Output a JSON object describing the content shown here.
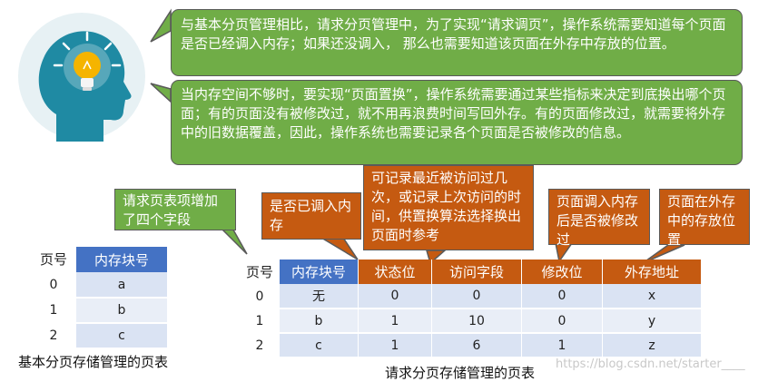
{
  "callouts": {
    "top1": "与基本分页管理相比，请求分页管理中，为了实现“请求调页”，操作系统需要知道每个页面是否已经调入内存；如果还没调入， 那么也需要知道该页面在外存中存放的位置。",
    "top2": "当内存空间不够时，要实现“页面置换”，操作系统需要通过某些指标来决定到底换出哪个页面；有的页面没有被修改过，就不用再浪费时间写回外存。有的页面修改过，就需要将外存中的旧数据覆盖，因此，操作系统也需要记录各个页面是否被修改的信息。",
    "added_fields": "请求页表项增加了四个字段",
    "in_memory": "是否已调入内存",
    "access_field": "可记录最近被访问过几次，或记录上次访问的时间，供置换算法选择换出页面时参考",
    "modified": "页面调入内存后是否被修改过",
    "external_location": "页面在外存中的存放位置"
  },
  "basic_table": {
    "page_no_label": "页号",
    "header": "内存块号",
    "rows": [
      {
        "page": "0",
        "block": "a"
      },
      {
        "page": "1",
        "block": "b"
      },
      {
        "page": "2",
        "block": "c"
      }
    ],
    "caption": "基本分页存储管理的页表"
  },
  "request_table": {
    "page_no_label": "页号",
    "headers": [
      "内存块号",
      "状态位",
      "访问字段",
      "修改位",
      "外存地址"
    ],
    "rows": [
      {
        "page": "0",
        "cells": [
          "无",
          "0",
          "0",
          "0",
          "x"
        ]
      },
      {
        "page": "1",
        "cells": [
          "b",
          "1",
          "10",
          "0",
          "y"
        ]
      },
      {
        "page": "2",
        "cells": [
          "c",
          "1",
          "6",
          "1",
          "z"
        ]
      }
    ],
    "caption": "请求分页存储管理的页表"
  },
  "watermark": "https://blog.csdn.net/starter____",
  "colors": {
    "green": "#70ad47",
    "orange": "#c55a11",
    "blue": "#4472c4",
    "teal": "#1e8aa0"
  }
}
